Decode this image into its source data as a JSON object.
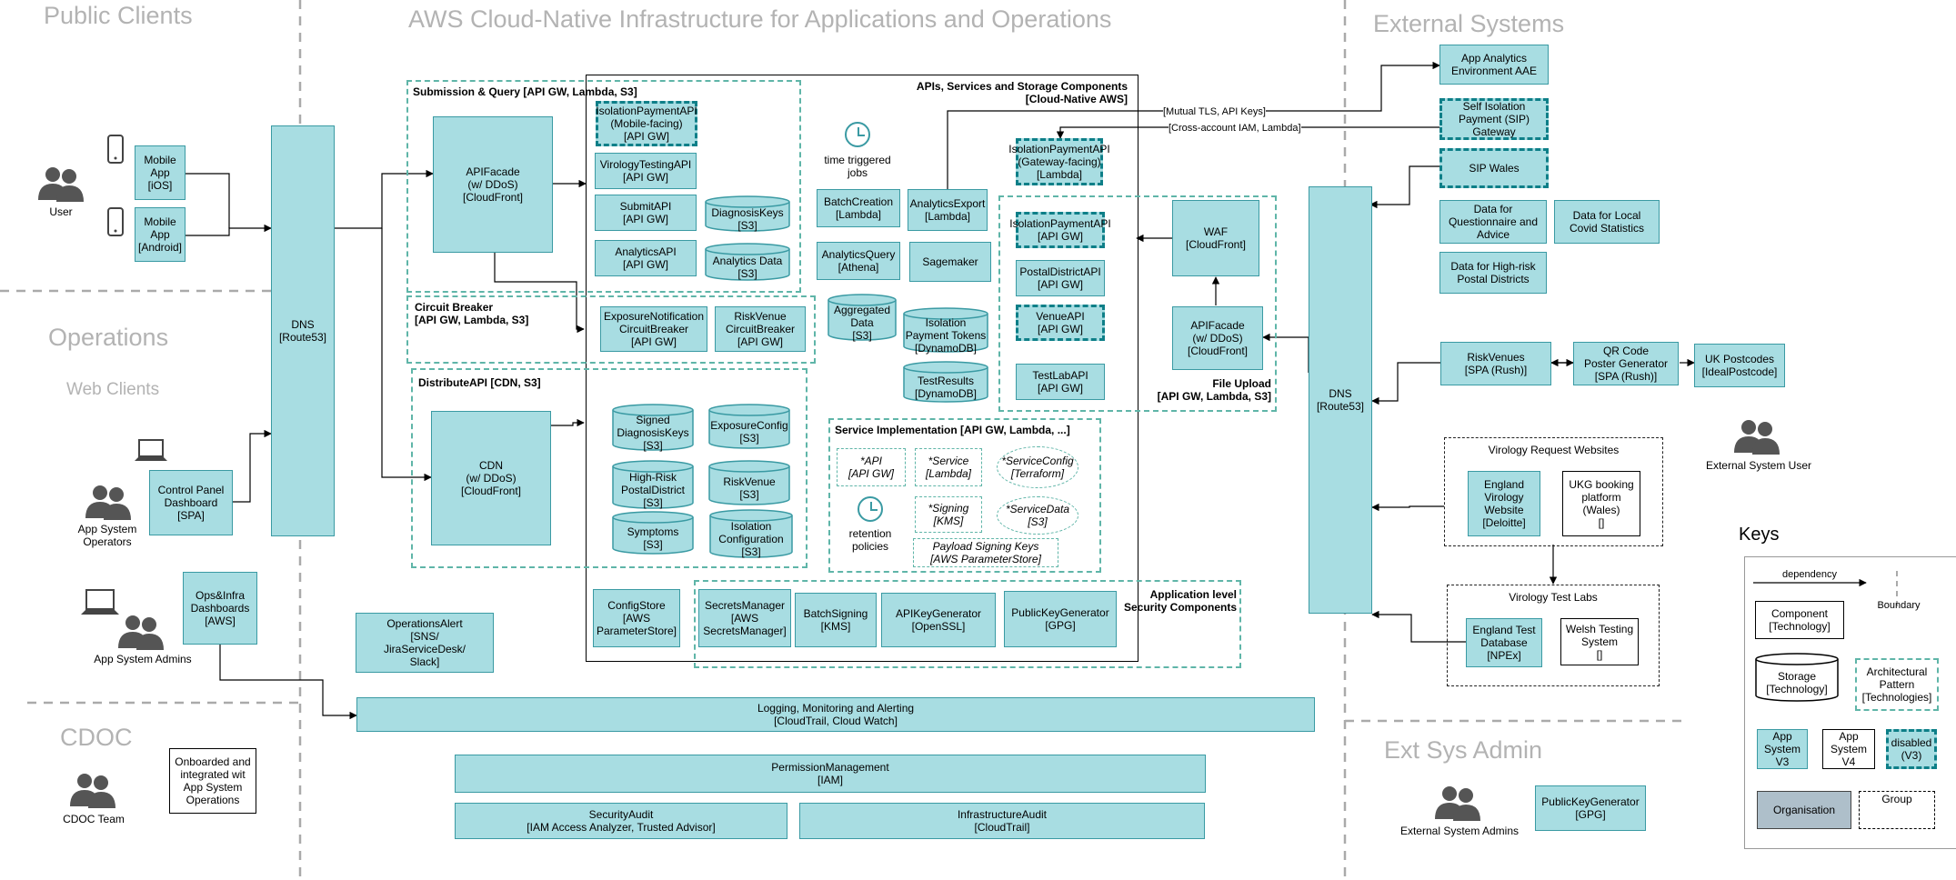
{
  "zones": {
    "public_clients": "Public Clients",
    "aws_title": "AWS Cloud-Native Infrastructure for Applications and Operations",
    "external_systems": "External Systems",
    "operations": "Operations",
    "web_clients": "Web Clients",
    "cdoc": "CDOC",
    "ext_sys_admin": "Ext Sys Admin"
  },
  "actors": {
    "user": "User",
    "app_system_operators": "App System\nOperators",
    "app_system_admins": "App System Admins",
    "cdoc_team": "CDOC Team",
    "external_system_user": "External System User",
    "external_system_admins": "External System Admins"
  },
  "public": {
    "mobile_ios": "Mobile\nApp\n[iOS]",
    "mobile_android": "Mobile\nApp\n[Android]",
    "dns": "DNS\n[Route53]",
    "control_panel": "Control Panel\nDashboard\n[SPA]",
    "ops_dashboards": "Ops&Infra\nDashboards\n[AWS]",
    "cdoc_onboarded": "Onboarded and\nintegrated wit\nApp System\nOperations"
  },
  "groups": {
    "submission": "Submission & Query [API GW, Lambda, S3]",
    "apis_services": "APIs, Services and Storage Components\n[Cloud-Native AWS]",
    "circuit_breaker": "Circuit Breaker\n[API GW, Lambda, S3]",
    "distribute": "DistributeAPI [CDN, S3]",
    "service_impl": "Service Implementation [API GW, Lambda, ...]",
    "file_upload": "File Upload\n[API GW, Lambda, S3]",
    "app_security": "Application level\nSecurity Components",
    "virology_websites": "Virology Request Websites",
    "virology_labs": "Virology Test Labs"
  },
  "components": {
    "api_facade_1": "APIFacade\n(w/ DDoS)\n[CloudFront]",
    "isolation_payment_mobile": "IsolationPaymentAPI\n(Mobile-facing)\n[API GW]",
    "virology_testing_api": "VirologyTestingAPI\n[API GW]",
    "submit_api": "SubmitAPI\n[API GW]",
    "analytics_api": "AnalyticsAPI\n[API GW]",
    "time_triggered": "time triggered\njobs",
    "batch_creation": "BatchCreation\n[Lambda]",
    "analytics_export": "AnalyticsExport\n[Lambda]",
    "analytics_query": "AnalyticsQuery\n[Athena]",
    "sagemaker": "Sagemaker",
    "isolation_payment_gateway": "IsolationPaymentAPI\n(Gateway-facing)\n[Lambda]",
    "exposure_cb": "ExposureNotification\nCircuitBreaker\n[API GW]",
    "riskvenue_cb": "RiskVenue\nCircuitBreaker\n[API GW]",
    "cdn": "CDN\n(w/ DDoS)\n[CloudFront]",
    "isolation_payment_api": "IsolationPaymentAPI\n[API GW]",
    "postal_district_api": "PostalDistrictAPI\n[API GW]",
    "venue_api": "VenueAPI\n[API GW]",
    "testlab_api": "TestLabAPI\n[API GW]",
    "waf": "WAF\n[CloudFront]",
    "api_facade_2": "APIFacade\n(w/ DDoS)\n[CloudFront]",
    "impl_api": "*API\n[API GW]",
    "impl_service": "*Service\n[Lambda]",
    "impl_signing": "*Signing\n[KMS]",
    "retention": "retention\npolicies",
    "payload_signing": "Payload Signing Keys\n[AWS ParameterStore]",
    "config_store": "ConfigStore\n[AWS\nParameterStore]",
    "secrets_manager": "SecretsManager\n[AWS\nSecretsManager]",
    "batch_signing": "BatchSigning\n[KMS]",
    "api_key_generator": "APIKeyGenerator\n[OpenSSL]",
    "public_key_generator": "PublicKeyGenerator\n[GPG]",
    "operations_alert": "OperationsAlert\n[SNS/\nJiraServiceDesk/\nSlack]",
    "logging": "Logging, Monitoring and Alerting\n[CloudTrail, Cloud Watch]",
    "permission": "PermissionManagement\n[IAM]",
    "security_audit": "SecurityAudit\n[IAM Access Analyzer, Trusted Advisor]",
    "infra_audit": "InfrastructureAudit\n[CloudTrail]"
  },
  "storage": {
    "diagnosis_keys": "DiagnosisKeys\n[S3]",
    "analytics_data": "Analytics Data\n[S3]",
    "aggregated_data": "Aggregated\nData\n[S3]",
    "isolation_tokens": "Isolation\nPayment Tokens\n[DynamoDB]",
    "test_results": "TestResults\n[DynamoDB]",
    "signed_diagnosis": "Signed\nDiagnosisKeys\n[S3]",
    "exposure_config": "ExposureConfig\n[S3]",
    "high_risk_postal": "High-Risk\nPostalDistrict\n[S3]",
    "risk_venue": "RiskVenue\n[S3]",
    "symptoms": "Symptoms\n[S3]",
    "isolation_config": "Isolation\nConfiguration\n[S3]",
    "impl_service_config": "*ServiceConfig\n[Terraform]",
    "impl_service_data": "*ServiceData\n[S3]"
  },
  "external": {
    "app_analytics": "App Analytics\nEnvironment AAE",
    "sip_gateway": "Self Isolation\nPayment (SIP)\nGateway",
    "sip_wales": "SIP Wales",
    "data_questionnaire": "Data for\nQuestionnaire and\nAdvice",
    "data_local_covid": "Data for Local\nCovid Statistics",
    "data_high_risk": "Data for High-risk\nPostal Districts",
    "dns_ext": "DNS\n[Route53]",
    "risk_venues": "RiskVenues\n[SPA (Rush)]",
    "qr_code": "QR Code\nPoster Generator\n[SPA (Rush)]",
    "uk_postcodes": "UK Postcodes\n[IdealPostcode]",
    "england_virology": "England\nVirology\nWebsite\n[Deloitte]",
    "ukg_booking": "UKG booking\nplatform\n(Wales)\n[]",
    "england_test_db": "England Test\nDatabase\n[NPEx]",
    "welsh_testing": "Welsh Testing\nSystem\n[]",
    "public_key_gen_ext": "PublicKeyGenerator\n[GPG]"
  },
  "edge_labels": {
    "mutual_tls": "[Mutual TLS, API Keys]",
    "cross_account": "[Cross-account IAM, Lambda]"
  },
  "keys": {
    "title": "Keys",
    "dependency": "dependency",
    "boundary": "Boundary",
    "component": "Component\n[Technology]",
    "storage": "Storage\n[Technology]",
    "pattern": "Architectural\nPattern\n[Technologies]",
    "app_v3": "App\nSystem\nV3",
    "app_v4": "App\nSystem\nV4",
    "disabled": "disabled\n(V3)",
    "organisation": "Organisation",
    "group": "Group"
  },
  "colors": {
    "component_fill": "#a8dde2",
    "component_border": "#3a9aa3",
    "pattern_border": "#5fb5a8",
    "zone_text": "#b3b3b3",
    "organisation_fill": "#aebfca"
  }
}
